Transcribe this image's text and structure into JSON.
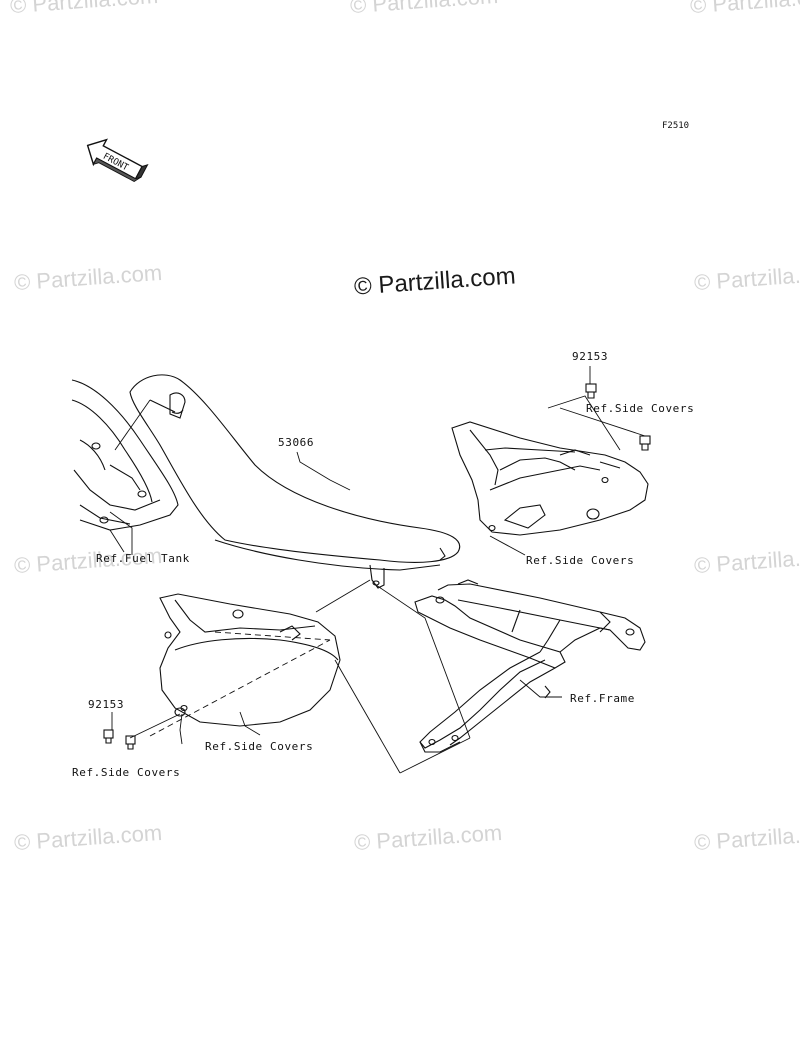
{
  "watermark": {
    "text": "© Partzilla.com",
    "main_text": "© Partzilla.com"
  },
  "figure_code": "F2510",
  "front_indicator": "FRONT",
  "callouts": {
    "seat_part": "53066",
    "bolt_top": "92153",
    "bolt_left": "92153",
    "ref_side_covers_top": "Ref.Side Covers",
    "ref_side_covers_right": "Ref.Side Covers",
    "ref_side_covers_left_panel": "Ref.Side Covers",
    "ref_side_covers_left_bolt": "Ref.Side Covers",
    "ref_fuel_tank": "Ref.Fuel Tank",
    "ref_frame": "Ref.Frame"
  }
}
